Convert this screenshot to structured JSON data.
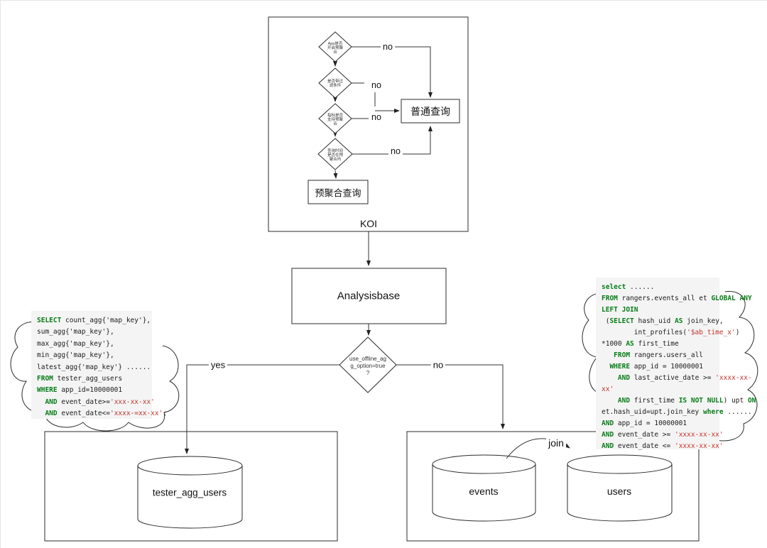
{
  "diagram": {
    "koi_box": {
      "label": "KOI"
    },
    "diamonds": {
      "d1": {
        "lines": [
          "App是否",
          "开启预聚",
          "合"
        ]
      },
      "d2": {
        "lines": [
          "是否带过",
          "滤条件"
        ]
      },
      "d3": {
        "lines": [
          "指标是否",
          "支持预聚",
          "合"
        ]
      },
      "d4": {
        "lines": [
          "查询时间",
          "是否在预",
          "聚合内"
        ]
      }
    },
    "boxes": {
      "normal_query": "普通查询",
      "preagg_query": "预聚合查询",
      "analysisbase": "Analysisbase"
    },
    "decision": {
      "lines": [
        "use_offline_ag",
        "g_option=true",
        "?"
      ]
    },
    "edge_labels": {
      "no1": "no",
      "no2": "no",
      "no3": "no",
      "no4": "no",
      "yes": "yes",
      "no5": "no",
      "join": "join"
    },
    "cylinders": {
      "tester": "tester_agg_users",
      "events": "events",
      "users": "users"
    }
  },
  "colors": {
    "keyword": "#067d17",
    "string": "#c2342c",
    "code_bg": "#f4f4f4"
  },
  "sql_left": {
    "lines": [
      [
        {
          "c": "k",
          "t": "SELECT"
        },
        {
          "c": "p",
          "t": " count_agg{'map_key'},"
        }
      ],
      [
        {
          "c": "p",
          "t": "sum_agg{'map_key'},"
        }
      ],
      [
        {
          "c": "p",
          "t": "max_agg{'map_key'},"
        }
      ],
      [
        {
          "c": "p",
          "t": "min_agg{'map_key'},"
        }
      ],
      [
        {
          "c": "p",
          "t": "latest_agg{'map_key'} ......"
        }
      ],
      [
        {
          "c": "k",
          "t": "FROM"
        },
        {
          "c": "p",
          "t": " tester_agg_users"
        }
      ],
      [
        {
          "c": "k",
          "t": "WHERE"
        },
        {
          "c": "p",
          "t": " app_id=10000001"
        }
      ],
      [
        {
          "c": "p",
          "t": "  "
        },
        {
          "c": "k",
          "t": "AND"
        },
        {
          "c": "p",
          "t": " event_date>="
        },
        {
          "c": "s",
          "t": "'xxx-xx-xx'"
        }
      ],
      [
        {
          "c": "p",
          "t": "  "
        },
        {
          "c": "k",
          "t": "AND"
        },
        {
          "c": "p",
          "t": " event_date<="
        },
        {
          "c": "s",
          "t": "'xxxx-=xx-xx'"
        },
        {
          "c": "p",
          "t": ";"
        }
      ]
    ]
  },
  "sql_right": {
    "lines": [
      [
        {
          "c": "k",
          "t": "select"
        },
        {
          "c": "p",
          "t": " ......"
        }
      ],
      [
        {
          "c": "k",
          "t": "FROM"
        },
        {
          "c": "p",
          "t": " rangers.events_all et "
        },
        {
          "c": "k",
          "t": "GLOBAL ANY"
        }
      ],
      [
        {
          "c": "k",
          "t": "LEFT JOIN"
        }
      ],
      [
        {
          "c": "p",
          "t": " ("
        },
        {
          "c": "k",
          "t": "SELECT"
        },
        {
          "c": "p",
          "t": " hash_uid "
        },
        {
          "c": "k",
          "t": "AS"
        },
        {
          "c": "p",
          "t": " join_key,"
        }
      ],
      [
        {
          "c": "p",
          "t": "        int_profiles("
        },
        {
          "c": "s",
          "t": "'$ab_time_x'"
        },
        {
          "c": "p",
          "t": ")"
        }
      ],
      [
        {
          "c": "p",
          "t": "*1000 "
        },
        {
          "c": "k",
          "t": "AS"
        },
        {
          "c": "p",
          "t": " first_time"
        }
      ],
      [
        {
          "c": "p",
          "t": "   "
        },
        {
          "c": "k",
          "t": "FROM"
        },
        {
          "c": "p",
          "t": " rangers.users_all"
        }
      ],
      [
        {
          "c": "p",
          "t": "  "
        },
        {
          "c": "k",
          "t": "WHERE"
        },
        {
          "c": "p",
          "t": " app_id = 10000001"
        }
      ],
      [
        {
          "c": "p",
          "t": "    "
        },
        {
          "c": "k",
          "t": "AND"
        },
        {
          "c": "p",
          "t": " last_active_date >= "
        },
        {
          "c": "s",
          "t": "'xxxx-xx-"
        }
      ],
      [
        {
          "c": "s",
          "t": "xx'"
        }
      ],
      [
        {
          "c": "p",
          "t": "    "
        },
        {
          "c": "k",
          "t": "AND"
        },
        {
          "c": "p",
          "t": " first_time "
        },
        {
          "c": "k",
          "t": "IS NOT NULL"
        },
        {
          "c": "p",
          "t": ") upt "
        },
        {
          "c": "k",
          "t": "ON"
        }
      ],
      [
        {
          "c": "p",
          "t": "et.hash_uid=upt.join_key "
        },
        {
          "c": "k",
          "t": "where"
        },
        {
          "c": "p",
          "t": " ......"
        }
      ],
      [
        {
          "c": "k",
          "t": "AND"
        },
        {
          "c": "p",
          "t": " app_id = 10000001"
        }
      ],
      [
        {
          "c": "k",
          "t": "AND"
        },
        {
          "c": "p",
          "t": " event_date >= "
        },
        {
          "c": "s",
          "t": "'xxxx-xx-xx'"
        }
      ],
      [
        {
          "c": "k",
          "t": "AND"
        },
        {
          "c": "p",
          "t": " event_date <= "
        },
        {
          "c": "s",
          "t": "'xxxx-xx-xx'"
        }
      ]
    ]
  }
}
